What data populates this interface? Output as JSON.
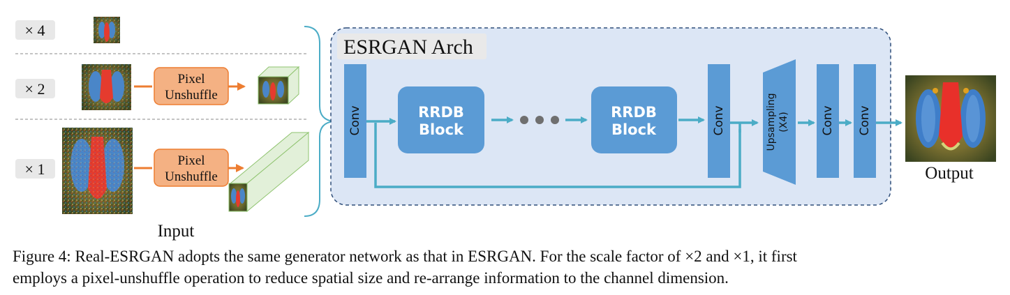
{
  "input_panel": {
    "scales": [
      {
        "label": "× 4"
      },
      {
        "label": "× 2",
        "op_line1": "Pixel",
        "op_line2": "Unshuffle"
      },
      {
        "label": "× 1",
        "op_line1": "Pixel",
        "op_line2": "Unshuffle"
      }
    ],
    "input_label": "Input"
  },
  "arch": {
    "title": "ESRGAN Arch",
    "conv_label": "Conv",
    "block1_line1": "RRDB",
    "block1_line2": "Block",
    "block2_line1": "RRDB",
    "block2_line2": "Block",
    "upsampling_line1": "Upsampling",
    "upsampling_line2": "(X4)"
  },
  "output_label": "Output",
  "caption": {
    "line1": "Figure 4: Real-ESRGAN adopts the same generator network as that in ESRGAN. For the scale factor of ×2 and ×1, it first",
    "line2": "employs a pixel-unshuffle operation to reduce spatial size and re-arrange information to the channel dimension."
  },
  "colors": {
    "arch_bg": "#dce6f5",
    "block_blue": "#5b9bd5",
    "arrow_teal": "#4bacc6",
    "op_orange": "#f4b183",
    "arrow_orange": "#ed7d31",
    "cube_green": "#e2f0d9"
  }
}
